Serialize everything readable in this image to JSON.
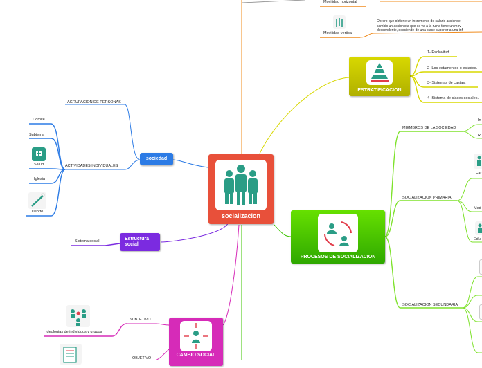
{
  "center": {
    "label": "socializacion",
    "icon": "people-group-icon",
    "color": "#e8503a"
  },
  "left": {
    "sociedad": {
      "label": "sociedad",
      "color": "#2c7be5",
      "children": {
        "agrupacion": "AGRUPACION DE PERSONAS",
        "actividades": "ACTIVIDADES INDIVIDUALES",
        "items": [
          "Comite",
          "Subtema",
          "Salud",
          "Iglesia",
          "Deprte"
        ]
      }
    },
    "estructura": {
      "label": "Estructura social",
      "color": "#7b2be0",
      "child": "Sistema social"
    },
    "cambio": {
      "label": "CAMBIO SOCIAL",
      "color": "#d62bb8",
      "subjetivo": "SUBJETIVO",
      "objetivo": "OBJETIVO",
      "ideologias": "Ideologias de individuos y grupos"
    }
  },
  "right": {
    "movilidad": {
      "horizontal": "Movilidad horizontal",
      "vertical": "Movilidad vertical",
      "vertical_desc": [
        "Obrero que obtiene un incremento de salario asciende,",
        "cambio un accionista que se va a la ruina tiene un mov",
        "descendente, desciende de una clase superior a una inf"
      ]
    },
    "estratificacion": {
      "label": "ESTRATIFICACION",
      "color": "#c8c800",
      "items": [
        "1- Esclavitud.",
        "2- Los estamentos o estados.",
        "3- Sistemas de castas.",
        "4- Sistema de clases sociales."
      ]
    },
    "procesos": {
      "label": "PROCESOS DE SOCIALIZACION",
      "color": "#3cc400",
      "miembros": "MIEMBROS DE LA SOCIEDAD",
      "primaria": "SOCIALIZACION PRIMARIA",
      "secundaria": "SOCIALIZACION SECUNDARIA",
      "cut": [
        "In",
        "R",
        "Far",
        "Med",
        "Edu"
      ]
    }
  }
}
